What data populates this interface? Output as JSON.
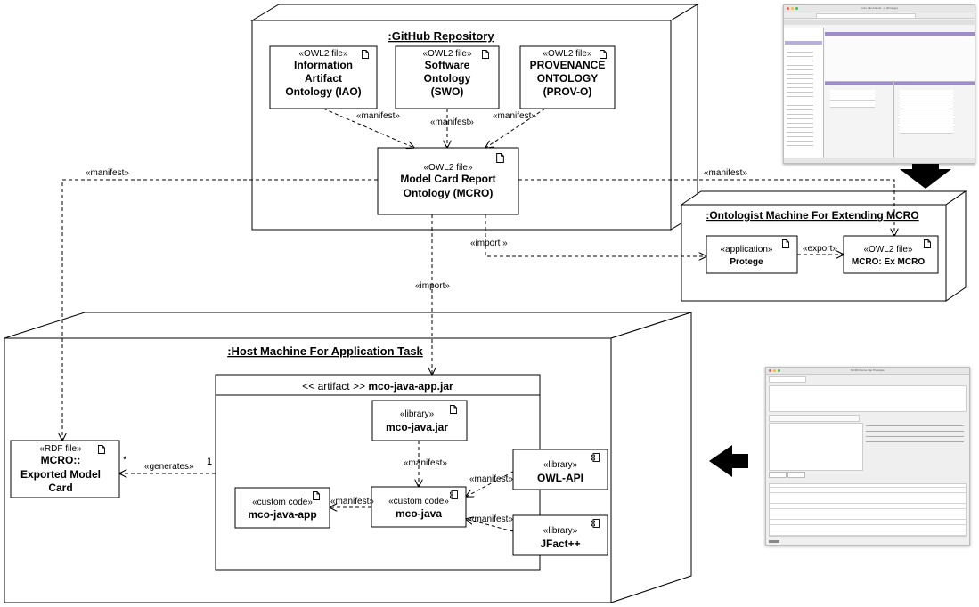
{
  "stereotypes": {
    "owl2_file": "«OWL2 file»",
    "application": "«application»",
    "rdf_file": "«RDF file»",
    "library": "«library»",
    "custom_code": "«custom code»"
  },
  "github": {
    "title": ":GitHub Repository",
    "iao": [
      "Information",
      "Artifact",
      "Ontology (IAO)"
    ],
    "swo": [
      "Software",
      "Ontology",
      "(SWO)"
    ],
    "prov": [
      "PROVENANCE",
      "ONTOLOGY",
      "(PROV-O)"
    ],
    "mcro": [
      "Model Card Report",
      "Ontology (MCRO)"
    ]
  },
  "ontologist": {
    "title": ":Ontologist Machine For Extending MCRO",
    "protege": "Protege",
    "exmcro": "MCRO: Ex MCRO",
    "export_label": "«export»"
  },
  "host": {
    "title": ":Host Machine For Application Task",
    "artifact_prefix": "<< artifact >> ",
    "artifact_name": "mco-java-app.jar",
    "mco_java_jar": "mco-java.jar",
    "owl_api": "OWL-API",
    "mco_java_app": "mco-java-app",
    "mco_java": "mco-java",
    "jfact": "JFact++",
    "exported": [
      "MCRO::",
      "Exported Model",
      "Card"
    ]
  },
  "labels": {
    "manifest": "«manifest»",
    "manifest_arrow": "«manifest»",
    "import_a": "«import »",
    "import_b": "«import»",
    "generates": "«generates»",
    "mult_star": "*",
    "mult_one": "1"
  },
  "screenshots": {
    "protege_title": "mcro (file:/Users/...) - [Protege]",
    "app_title": "MCRO Demo App Prototype"
  },
  "icons": [
    "file-icon",
    "component-icon",
    "arrow-down-icon",
    "arrow-left-icon"
  ]
}
